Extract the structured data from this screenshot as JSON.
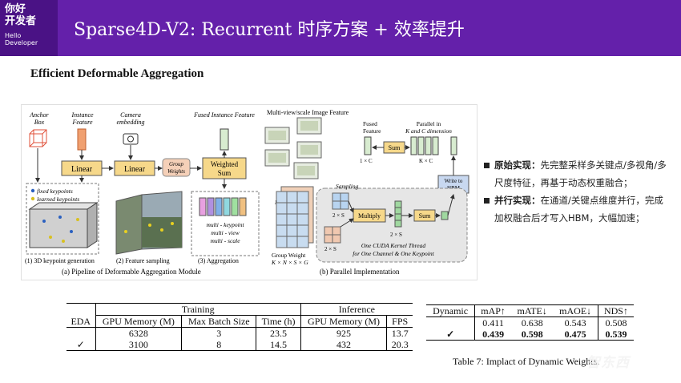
{
  "header": {
    "logo": {
      "line1": "你好",
      "line2": "开发者",
      "line3": "Hello",
      "line4": "Developer"
    },
    "title": "Sparse4D-V2: Recurrent 时序方案 + 效率提升",
    "bg_color": "#6420aa"
  },
  "section_title": "Efficient Deformable Aggregation",
  "figure": {
    "labels": {
      "anchor_box": [
        "Anchor",
        "Box"
      ],
      "instance_feature": [
        "Instance",
        "Feature"
      ],
      "camera_embedding": [
        "Camera",
        "embedding"
      ],
      "fused_instance_feature": "Fused Instance Feature",
      "linear1": "Linear",
      "linear2": "Linear",
      "group_weights": [
        "Group",
        "Weights"
      ],
      "weighted_sum": [
        "Weighted",
        "Sum"
      ],
      "fixed_keypoints": "fixed keypoints",
      "learned_keypoints": "learned keypoints",
      "multi_lines": [
        "multi - keypoint",
        "multi - view",
        "multi - scale"
      ],
      "sub1": "(1) 3D keypoint generation",
      "sub2": "(2) Feature sampling",
      "sub3": "(3) Aggregation",
      "cap_a": "(a) Pipeline of Deformable Aggregation Module",
      "multi_view_scale": "Multi-view/scale Image Feature",
      "fused_feature": [
        "Fused",
        "Feature"
      ],
      "one_by_c": "1 × C",
      "sum1": "Sum",
      "parallel": [
        "Parallel in",
        "K and C dimension"
      ],
      "k_by_c": "K × C",
      "write_to_hbm": [
        "Write to",
        "HBM"
      ],
      "sampling": "Sampling",
      "two_s_a": "2 × S",
      "two_s_b": "2 × S",
      "two_s_c": "2 × S",
      "multiply": "Multiply",
      "sum2": "Sum",
      "n_label": "N",
      "cuda": [
        "One CUDA Kernel Thread",
        "for One Channel & One Keypoint"
      ],
      "group_weight": [
        "Group Weight",
        "K × N × S × G"
      ],
      "cap_b": "(b) Parallel Implementation"
    }
  },
  "bullets": [
    {
      "key": "原始实现：",
      "text": "先完整采样多关键点/多视角/多尺度特征，再基于动态权重融合；"
    },
    {
      "key": "并行实现：",
      "text": "在通道/关键点维度并行，完成加权融合后才写入HBM，大幅加速；"
    }
  ],
  "table_left": {
    "group_headers": {
      "training": "Training",
      "inference": "Inference"
    },
    "columns": [
      "EDA",
      "GPU Memory (M)",
      "Max Batch Size",
      "Time (h)",
      "GPU Memory (M)",
      "FPS"
    ],
    "rows": [
      [
        "",
        "6328",
        "3",
        "23.5",
        "925",
        "13.7"
      ],
      [
        "✓",
        "3100",
        "8",
        "14.5",
        "432",
        "20.3"
      ]
    ]
  },
  "table_right": {
    "columns": [
      "Dynamic",
      "mAP↑",
      "mATE↓",
      "mAOE↓",
      "NDS↑"
    ],
    "rows": [
      [
        "",
        "0.411",
        "0.638",
        "0.543",
        "0.508"
      ],
      [
        "✓",
        "0.439",
        "0.598",
        "0.475",
        "0.539"
      ]
    ],
    "caption": "Table 7: Implact of Dynamic Weights."
  },
  "watermark": "智东西"
}
